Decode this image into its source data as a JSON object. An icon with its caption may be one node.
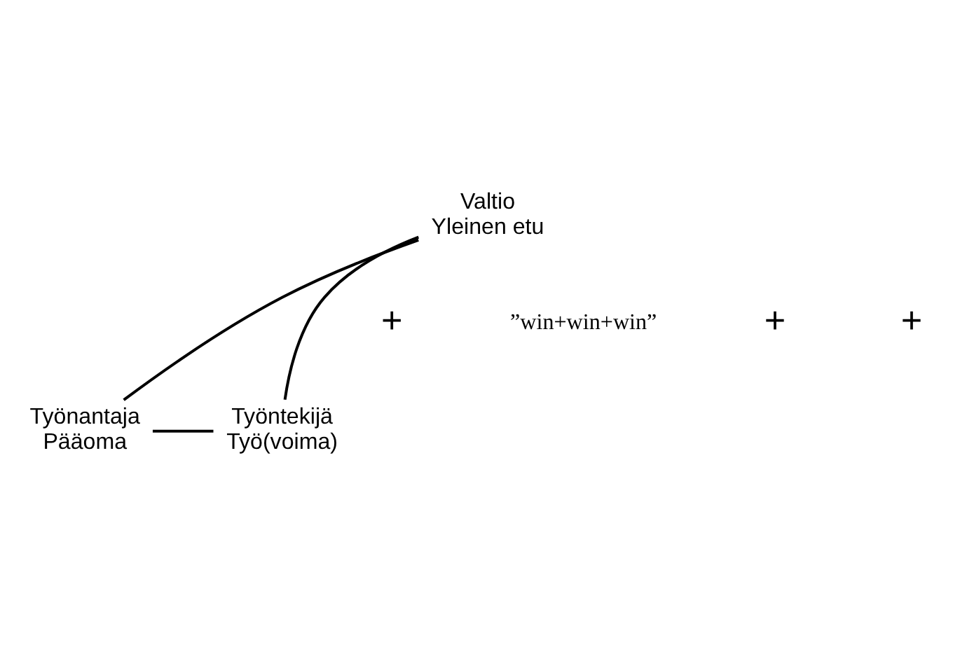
{
  "diagram": {
    "nodes": [
      {
        "text": [
          "Valtio",
          "Yleinen etu"
        ]
      },
      {
        "text": [
          "Työnantaja",
          "Pääoma"
        ]
      },
      {
        "text": [
          "Työntekijä",
          "Työ(voima)"
        ]
      }
    ],
    "edges": [
      {
        "from": 0,
        "to": 1,
        "arrow": "none"
      },
      {
        "from": 0,
        "to": 2,
        "arrow": "none"
      },
      {
        "from": 1,
        "to": 2,
        "arrow": "none"
      }
    ],
    "labels": [
      "+",
      "”win+win+win”",
      "+",
      "+"
    ]
  }
}
